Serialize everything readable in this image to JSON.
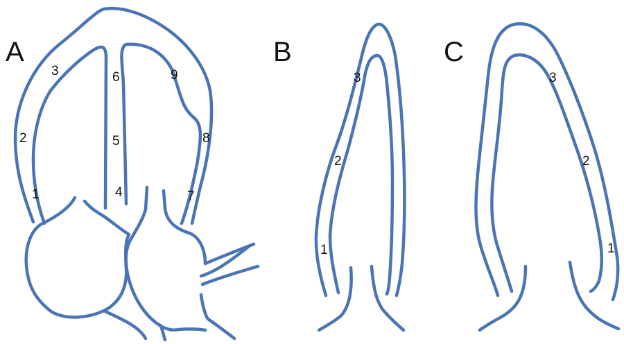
{
  "colors": {
    "outline": "#4a74b4",
    "text": "#111111",
    "background": "#ffffff"
  },
  "panels": [
    {
      "letter": "A",
      "segment_labels": [
        "1",
        "2",
        "3",
        "4",
        "5",
        "6",
        "7",
        "8",
        "9"
      ]
    },
    {
      "letter": "B",
      "segment_labels": [
        "1",
        "2",
        "3"
      ]
    },
    {
      "letter": "C",
      "segment_labels": [
        "1",
        "2",
        "3"
      ]
    }
  ]
}
